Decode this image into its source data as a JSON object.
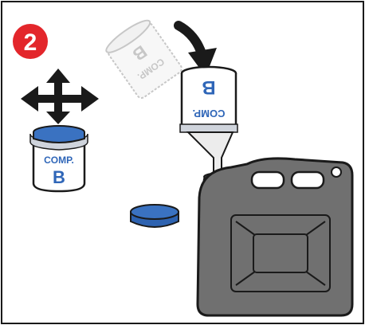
{
  "step": {
    "number": "2",
    "badge_color": "#e3262b"
  },
  "container": {
    "label_line1": "COMP.",
    "label_line2": "B",
    "lid_color": "#3a72c1",
    "label_color": "#2f66b8"
  },
  "icons": {
    "move": "move-arrows-icon",
    "pour": "curved-down-arrow-icon",
    "canister": "jerrycan-icon",
    "funnel": "funnel-icon"
  },
  "colors": {
    "jerrycan": "#707070",
    "outline": "#1a1a1a",
    "ghost": "#c4c4c4"
  }
}
